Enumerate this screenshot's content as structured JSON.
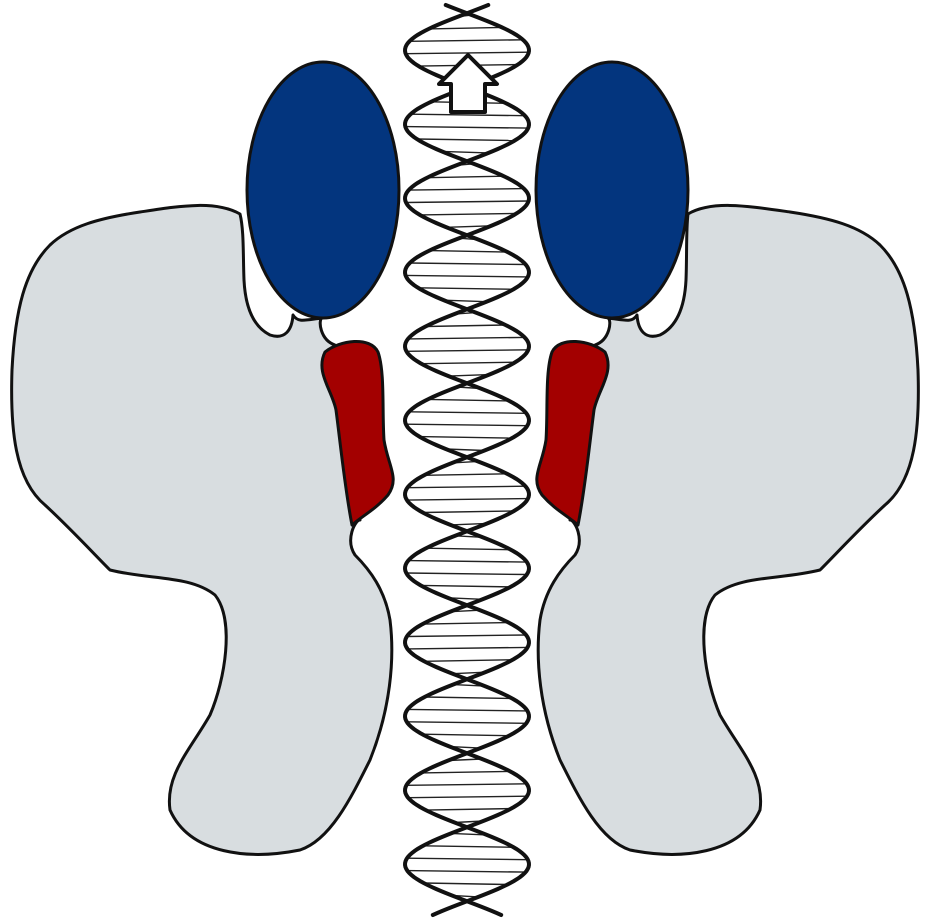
{
  "colors": {
    "background": "#ffffff",
    "outline": "#111111",
    "body_fill": "#d8dde0",
    "domain_blue": "#03357e",
    "domain_red": "#a30000",
    "dna_strand": "#111111",
    "dna_rung": "#222222",
    "arrow_fill": "#ffffff"
  },
  "diagram": {
    "components": [
      {
        "name": "left-protein-subunit",
        "parts": [
          "body",
          "blue-domain",
          "red-domain"
        ]
      },
      {
        "name": "right-protein-subunit",
        "parts": [
          "body",
          "blue-domain",
          "red-domain"
        ]
      },
      {
        "name": "dna-double-helix"
      },
      {
        "name": "direction-arrow",
        "direction": "up"
      }
    ]
  }
}
